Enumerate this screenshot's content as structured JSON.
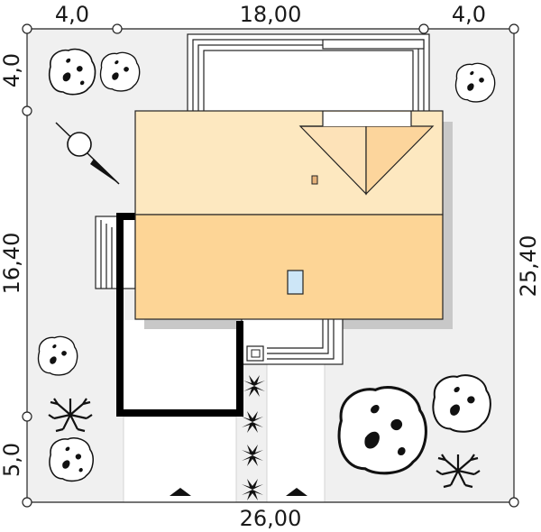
{
  "dimensions": {
    "top_left": "4,0",
    "top_center": "18,00",
    "top_right": "4,0",
    "left_top": "4,0",
    "left_middle": "16,40",
    "left_bottom": "5,0",
    "right": "25,40",
    "bottom": "26,00"
  },
  "colors": {
    "plot": "#f0f0f0",
    "roof_front": "#fde8c0",
    "roof_back": "#fdd596",
    "gable_left": "#fde2b8",
    "gable_right": "#fcd59c",
    "skylight": "#cde6f7",
    "chimney": "#e6b27a",
    "shadow": "#c8c8c8",
    "wall": "#000000"
  },
  "icons": {
    "north_arrow": "compass-icon",
    "tree_round": "deciduous-tree-icon",
    "tree_bare": "bare-tree-icon",
    "shrub": "shrub-icon",
    "entry_arrow": "triangle-up-icon"
  }
}
